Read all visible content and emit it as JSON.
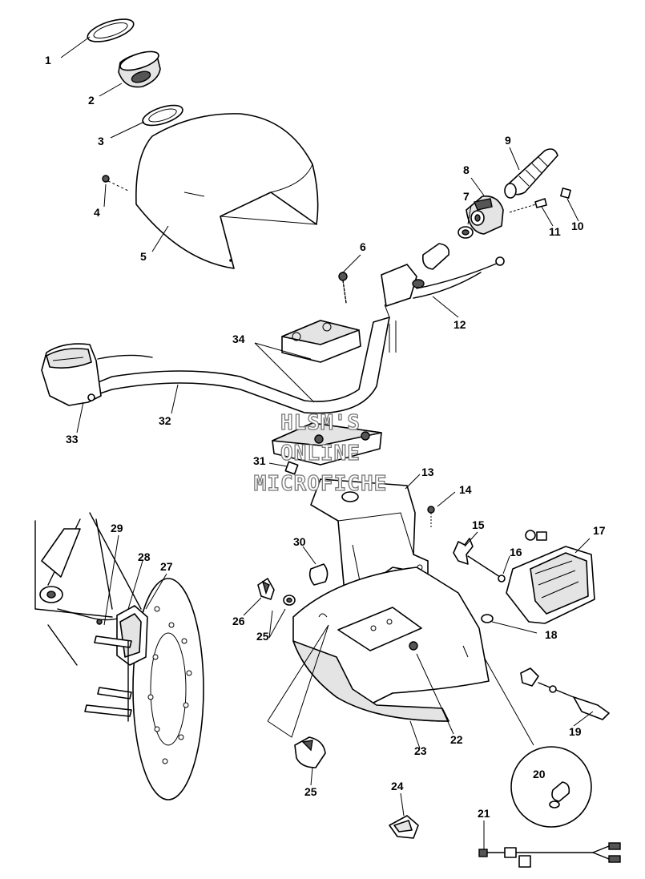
{
  "watermark": {
    "line1": "HLSM'S",
    "line2": "ONLINE",
    "line3": "MICROFICHE"
  },
  "callouts": [
    {
      "id": "1",
      "label": "1"
    },
    {
      "id": "2",
      "label": "2"
    },
    {
      "id": "3",
      "label": "3"
    },
    {
      "id": "4",
      "label": "4"
    },
    {
      "id": "5",
      "label": "5"
    },
    {
      "id": "6",
      "label": "6"
    },
    {
      "id": "7",
      "label": "7"
    },
    {
      "id": "8",
      "label": "8"
    },
    {
      "id": "9",
      "label": "9"
    },
    {
      "id": "10",
      "label": "10"
    },
    {
      "id": "11",
      "label": "11"
    },
    {
      "id": "12",
      "label": "12"
    },
    {
      "id": "13",
      "label": "13"
    },
    {
      "id": "14",
      "label": "14"
    },
    {
      "id": "15",
      "label": "15"
    },
    {
      "id": "16",
      "label": "16"
    },
    {
      "id": "17",
      "label": "17"
    },
    {
      "id": "18",
      "label": "18"
    },
    {
      "id": "19",
      "label": "19"
    },
    {
      "id": "20",
      "label": "20"
    },
    {
      "id": "21",
      "label": "21"
    },
    {
      "id": "22",
      "label": "22"
    },
    {
      "id": "23",
      "label": "23"
    },
    {
      "id": "24",
      "label": "24"
    },
    {
      "id": "25a",
      "label": "25"
    },
    {
      "id": "25b",
      "label": "25"
    },
    {
      "id": "26",
      "label": "26"
    },
    {
      "id": "27",
      "label": "27"
    },
    {
      "id": "28",
      "label": "28"
    },
    {
      "id": "29",
      "label": "29"
    },
    {
      "id": "30",
      "label": "30"
    },
    {
      "id": "31",
      "label": "31"
    },
    {
      "id": "32",
      "label": "32"
    },
    {
      "id": "33",
      "label": "33"
    },
    {
      "id": "34",
      "label": "34"
    }
  ]
}
